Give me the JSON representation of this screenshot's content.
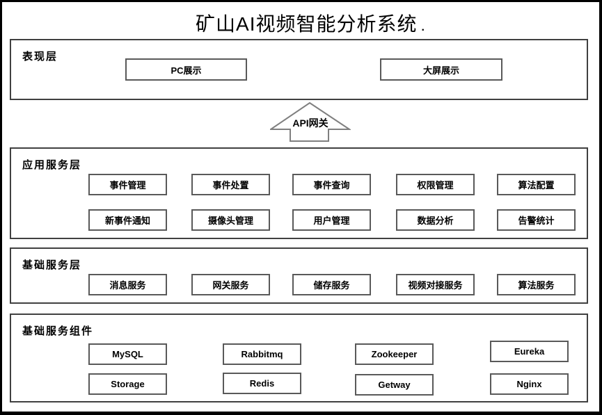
{
  "title": {
    "text": "矿山AI视频智能分析系统",
    "dot": "."
  },
  "api_gateway": {
    "label": "API网关"
  },
  "layers": {
    "presentation": {
      "label": "表现层",
      "boxes": [
        "PC展示",
        "大屏展示"
      ]
    },
    "application": {
      "label": "应用服务层",
      "row1": [
        "事件管理",
        "事件处置",
        "事件查询",
        "权限管理",
        "算法配置"
      ],
      "row2": [
        "新事件通知",
        "摄像头管理",
        "用户管理",
        "数据分析",
        "告警统计"
      ]
    },
    "base_services": {
      "label": "基础服务层",
      "row1": [
        "消息服务",
        "网关服务",
        "储存服务",
        "视频对接服务",
        "算法服务"
      ]
    },
    "components": {
      "label": "基础服务组件",
      "row1": [
        "MySQL",
        "Rabbitmq",
        "Zookeeper",
        "Eureka"
      ],
      "row2": [
        "Storage",
        "Redis",
        "Getway",
        "Nginx"
      ]
    }
  },
  "colors": {
    "background": "#ffffff",
    "outer_border": "#000000",
    "section_border": "#404040",
    "box_border": "#595959",
    "arrow_border": "#7f7f7f",
    "text": "#000000"
  }
}
